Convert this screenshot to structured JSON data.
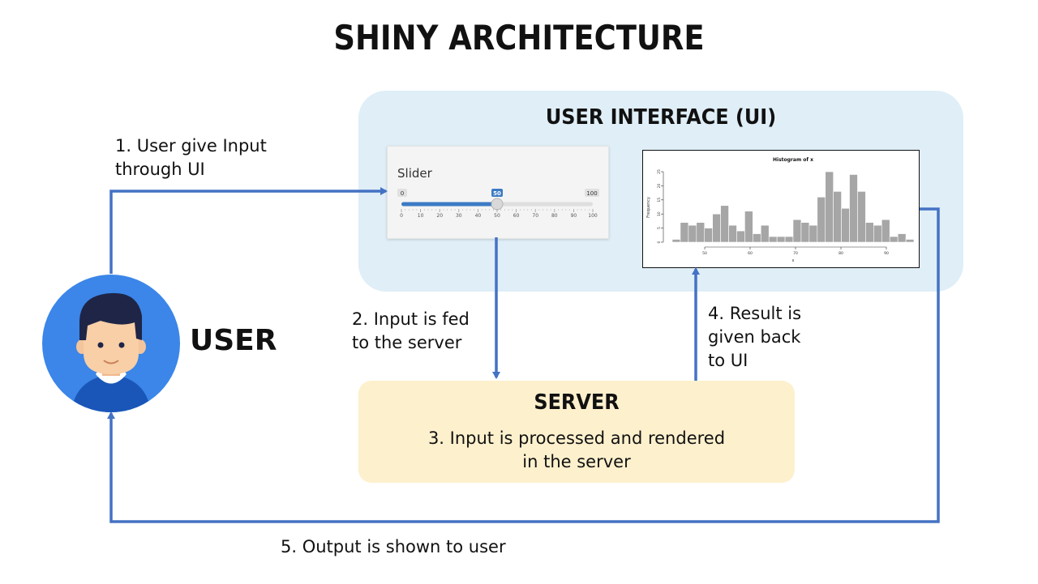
{
  "title": "SHINY ARCHITECTURE",
  "user": {
    "label": "USER",
    "avatar_icon": "user-avatar-icon"
  },
  "ui_section": {
    "title": "USER INTERFACE (UI)"
  },
  "slider_widget": {
    "label": "Slider",
    "min": "0",
    "max": "100",
    "value": "50",
    "ticks": [
      "0",
      "10",
      "20",
      "30",
      "40",
      "50",
      "60",
      "70",
      "80",
      "90",
      "100"
    ]
  },
  "histogram_widget": {
    "title": "Histogram of x",
    "ylabel": "Frequency",
    "xlabel": "x",
    "xticks": [
      "50",
      "60",
      "70",
      "80",
      "90"
    ],
    "yticks": [
      "0",
      "5",
      "10",
      "15",
      "20",
      "25"
    ],
    "bins": [
      1,
      7,
      6,
      7,
      5,
      10,
      13,
      6,
      4,
      11,
      3,
      6,
      2,
      2,
      2,
      8,
      7,
      6,
      16,
      25,
      18,
      12,
      24,
      18,
      7,
      6,
      8,
      2,
      3,
      1
    ],
    "ymax": 25
  },
  "server_section": {
    "title": "SERVER",
    "text": "3. Input is processed and rendered\nin the server"
  },
  "steps": {
    "step1": "1.   User give Input\n      through UI",
    "step2": "2. Input is fed\n    to the server",
    "step4": "4. Result is\n    given back\n    to UI",
    "step5": "5. Output is shown to user"
  },
  "colors": {
    "arrow": "#4472c4",
    "ui_bg": "#dfeef7",
    "server_bg": "#fdf0cd",
    "avatar_bg": "#3b86e8",
    "slider_accent": "#3c7bc4",
    "histogram_bar": "#a6a6a6"
  }
}
